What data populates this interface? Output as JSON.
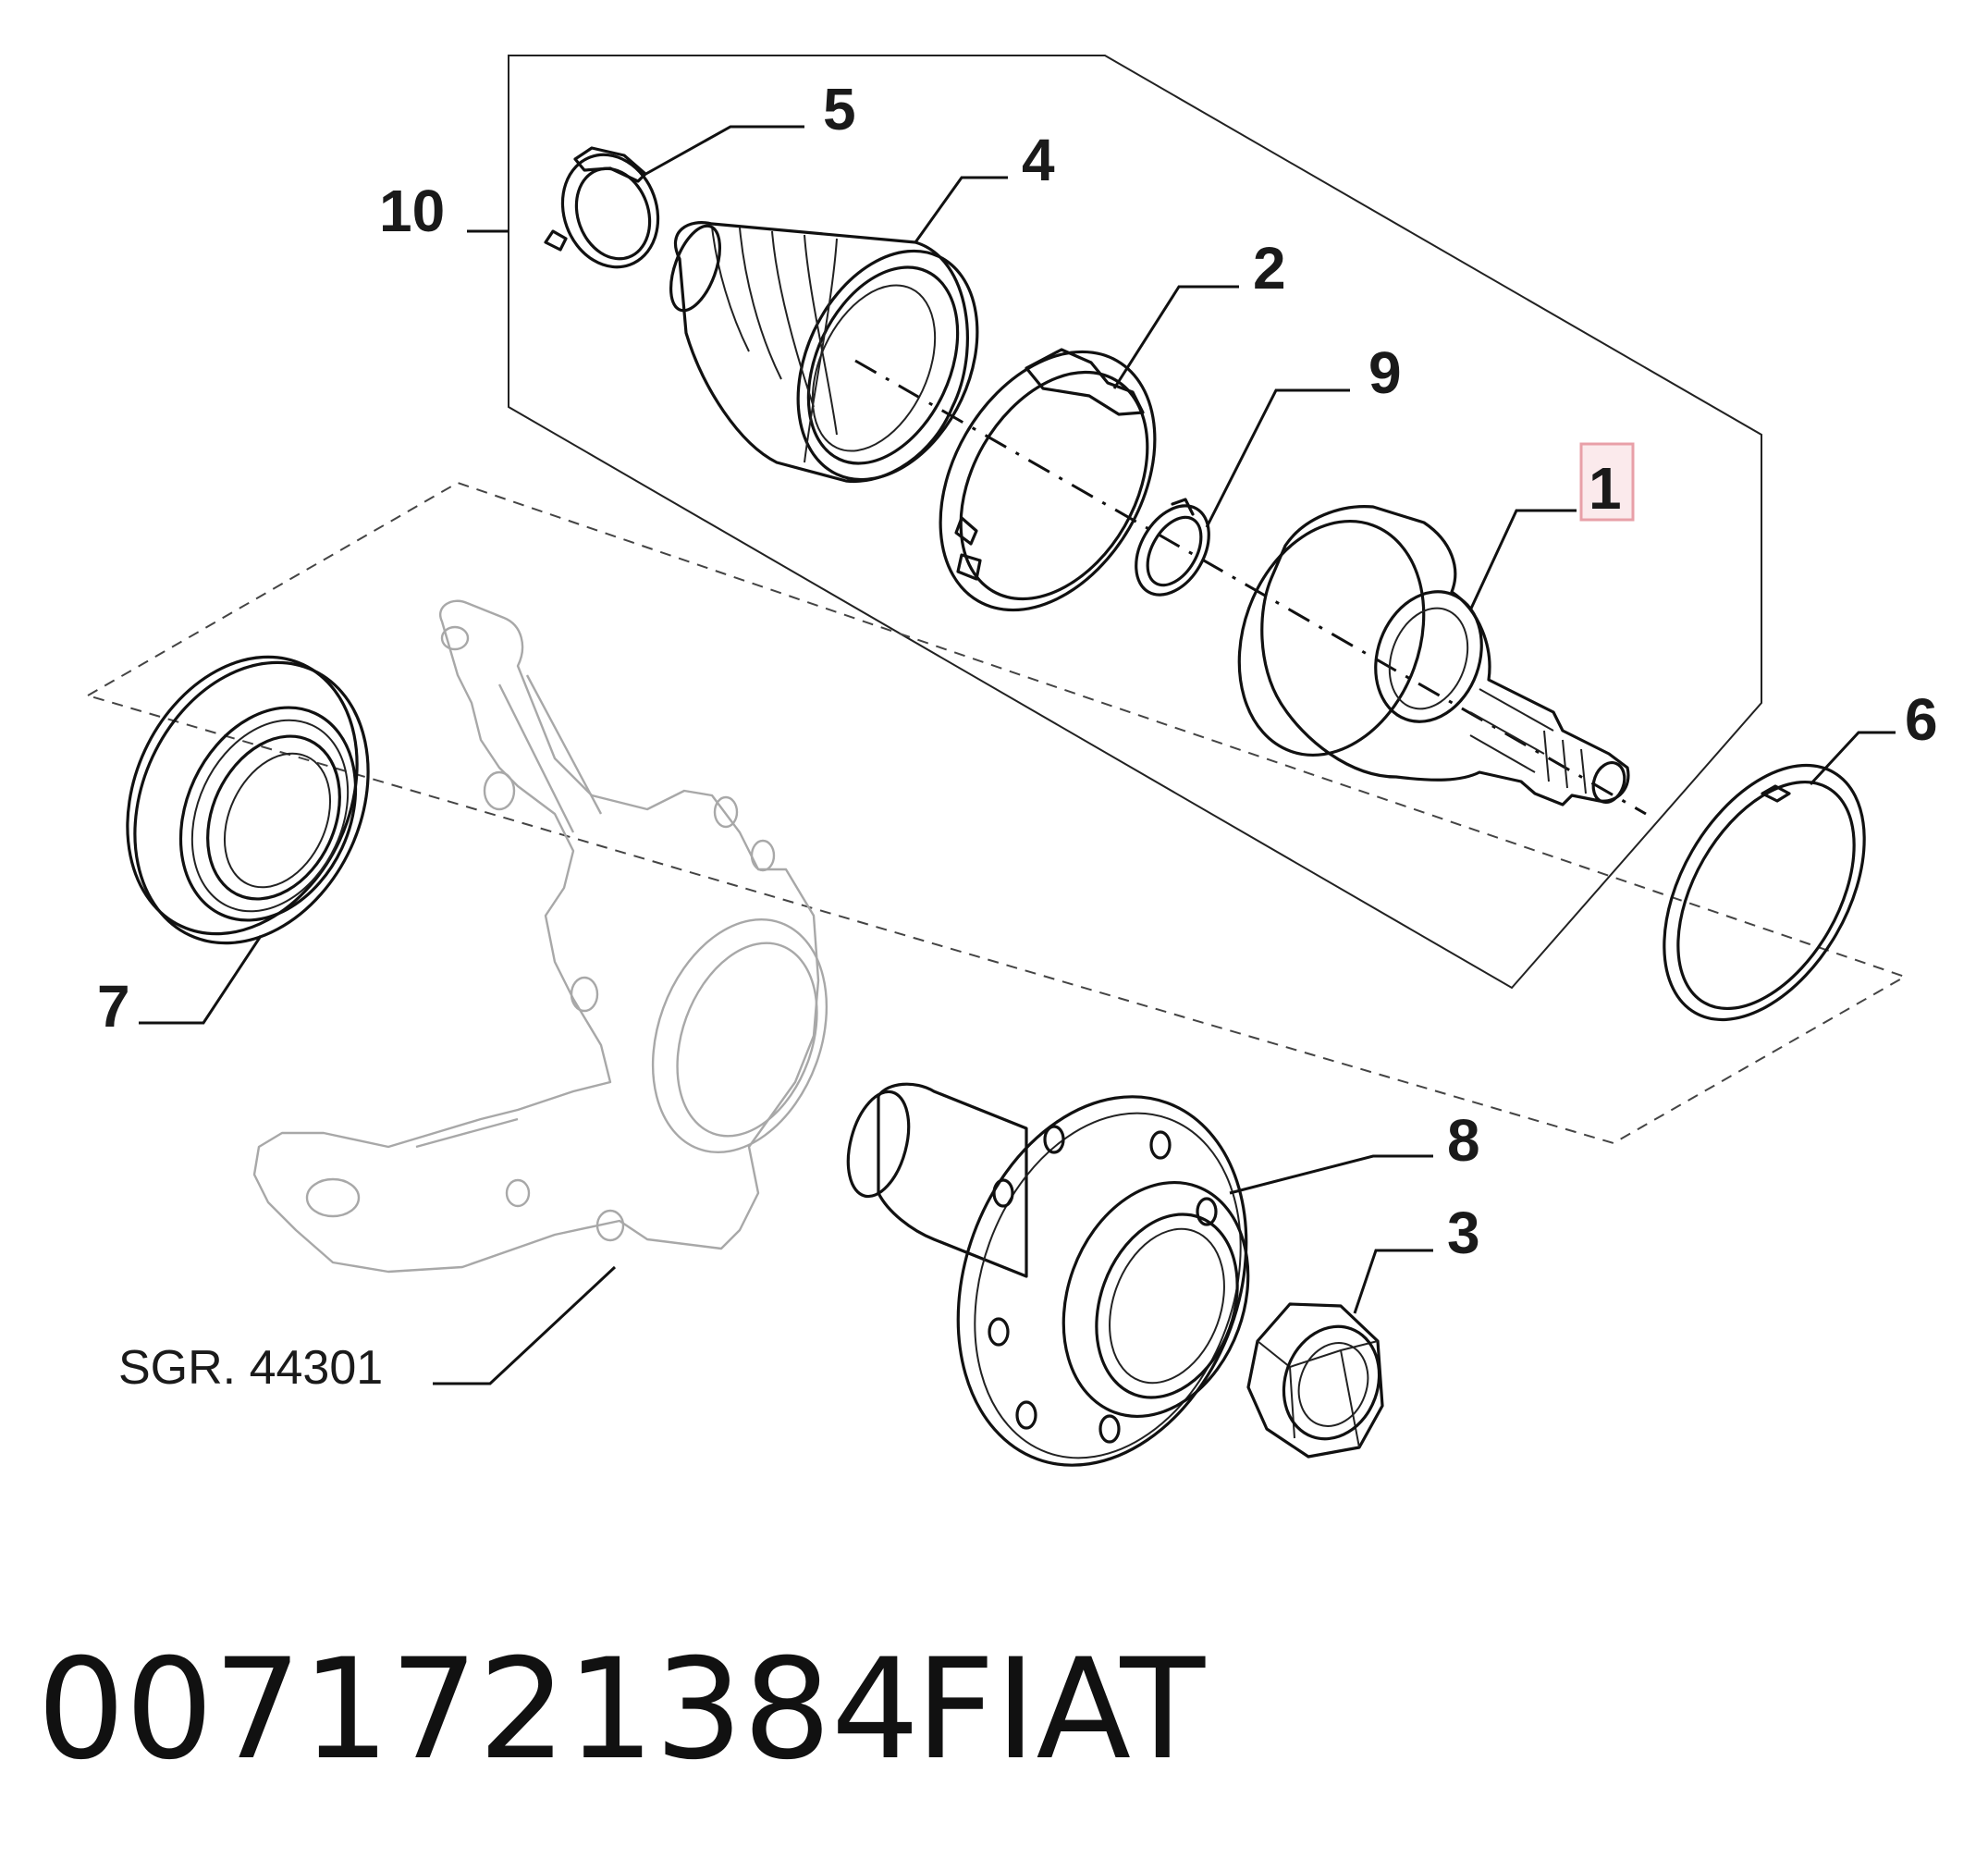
{
  "callouts": {
    "c1": "1",
    "c2": "2",
    "c3": "3",
    "c4": "4",
    "c5": "5",
    "c6": "6",
    "c7": "7",
    "c8": "8",
    "c9": "9",
    "c10": "10"
  },
  "reference": "SGR. 44301",
  "caption": {
    "part_number": "0071721384",
    "brand": "FIAT"
  },
  "colors": {
    "highlight_border": "#e8a0a8",
    "highlight_fill": "#fbeaec",
    "ink": "#111111",
    "ghost_ink": "#a8a8a8"
  }
}
